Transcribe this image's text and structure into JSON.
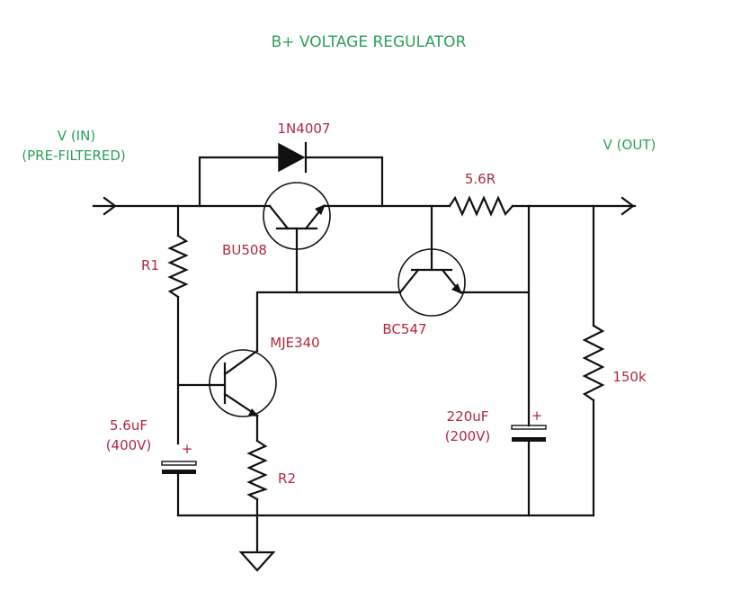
{
  "title": "B+ VOLTAGE REGULATOR",
  "colors": {
    "label_green": "#2ca05a",
    "label_red": "#b0283e",
    "wire": "#111111"
  },
  "input": {
    "line1": "V (IN)",
    "line2": "(PRE-FILTERED)"
  },
  "output": {
    "label": "V (OUT)"
  },
  "components": {
    "diode": "1N4007",
    "r_series": "5.6R",
    "q1": "BU508",
    "q2": "BC547",
    "q3": "MJE340",
    "r1": "R1",
    "r2": "R2",
    "c1_value": "5.6uF",
    "c1_voltage": "(400V)",
    "c2_value": "220uF",
    "c2_voltage": "(200V)",
    "r_load": "150k",
    "plus": "+"
  }
}
